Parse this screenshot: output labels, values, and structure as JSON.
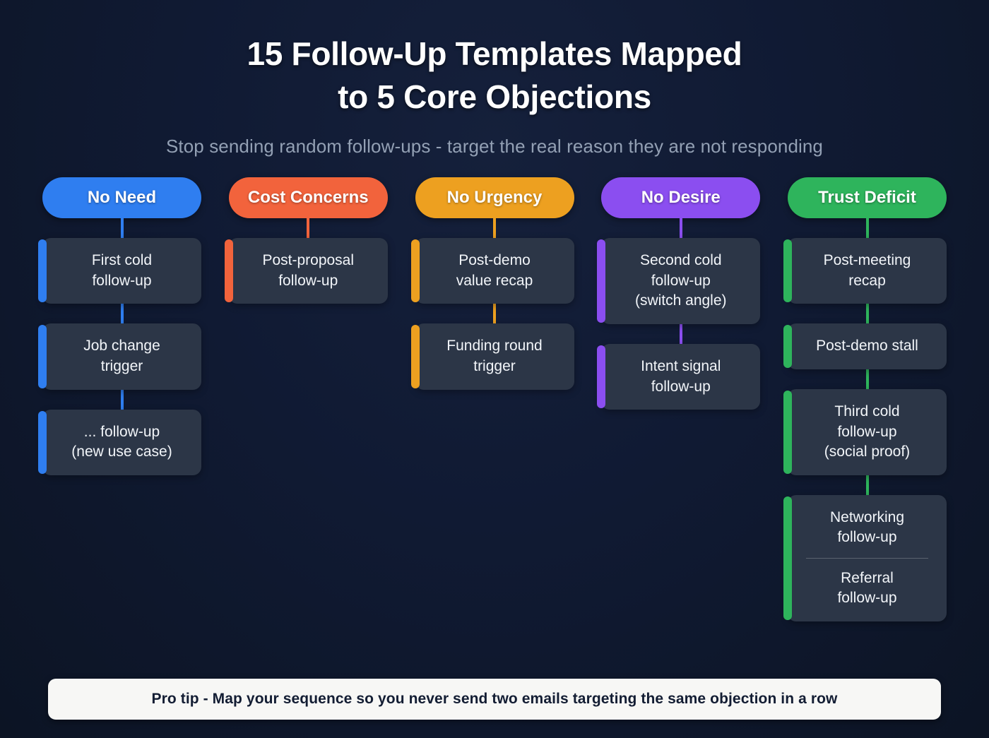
{
  "header": {
    "title_line1": "15 Follow-Up Templates Mapped",
    "title_line2": "to 5 Core Objections",
    "subtitle": "Stop sending random follow-ups - target the real reason they are not responding"
  },
  "colors": {
    "background": "#101a33",
    "card_fill": "#2c3647",
    "card_text": "#f2f5f9",
    "subtitle": "#93a0b4",
    "footer_bg": "#f7f7f5",
    "footer_text": "#131d33",
    "no_need": "#2f7ef0",
    "cost_concerns": "#f2633c",
    "no_urgency": "#eda020",
    "no_desire": "#8b4ef0",
    "trust_deficit": "#2eb45c"
  },
  "columns": [
    {
      "label": "No Need",
      "color": "#2f7ef0",
      "cards": [
        {
          "lines": [
            "First cold",
            "follow-up"
          ]
        },
        {
          "lines": [
            "Job change",
            "trigger"
          ]
        },
        {
          "lines": [
            "... follow-up",
            "(new use case)"
          ]
        }
      ]
    },
    {
      "label": "Cost Concerns",
      "color": "#f2633c",
      "cards": [
        {
          "lines": [
            "Post-proposal",
            "follow-up"
          ]
        }
      ]
    },
    {
      "label": "No Urgency",
      "color": "#eda020",
      "cards": [
        {
          "lines": [
            "Post-demo",
            "value recap"
          ]
        },
        {
          "lines": [
            "Funding round",
            "trigger"
          ]
        }
      ]
    },
    {
      "label": "No Desire",
      "color": "#8b4ef0",
      "cards": [
        {
          "lines": [
            "Second cold",
            "follow-up",
            "(switch angle)"
          ]
        },
        {
          "lines": [
            "Intent signal",
            "follow-up"
          ]
        }
      ]
    },
    {
      "label": "Trust Deficit",
      "color": "#2eb45c",
      "cards": [
        {
          "lines": [
            "Post-meeting",
            "recap"
          ]
        },
        {
          "lines": [
            "Post-demo stall"
          ]
        },
        {
          "lines": [
            "Third cold",
            "follow-up",
            "(social proof)"
          ]
        },
        {
          "lines": [
            "Networking",
            "follow-up"
          ],
          "divider": true,
          "lines2": [
            "Referral",
            "follow-up"
          ]
        }
      ]
    }
  ],
  "footer": {
    "text": "Pro tip - Map your sequence so you never send two emails targeting the same objection in a row"
  }
}
